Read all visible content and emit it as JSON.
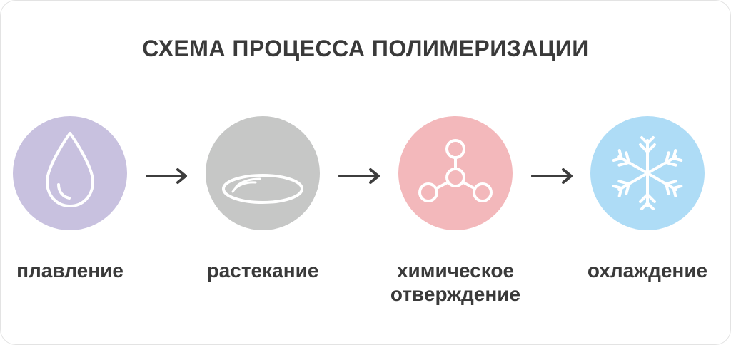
{
  "title": "СХЕМА ПРОЦЕССА ПОЛИМЕРИЗАЦИИ",
  "steps": [
    {
      "label": "плавление",
      "icon": "droplet-icon",
      "color": "#c8c1df"
    },
    {
      "label": "растекание",
      "icon": "spreading-puddle-icon",
      "color": "#c6c7c6"
    },
    {
      "label_line1": "химическое",
      "label_line2": "отверждение",
      "icon": "molecule-icon",
      "color": "#f3b8bb"
    },
    {
      "label": "охлаждение",
      "icon": "snowflake-icon",
      "color": "#aedcf6"
    }
  ],
  "arrow_color": "#3d3d3d"
}
